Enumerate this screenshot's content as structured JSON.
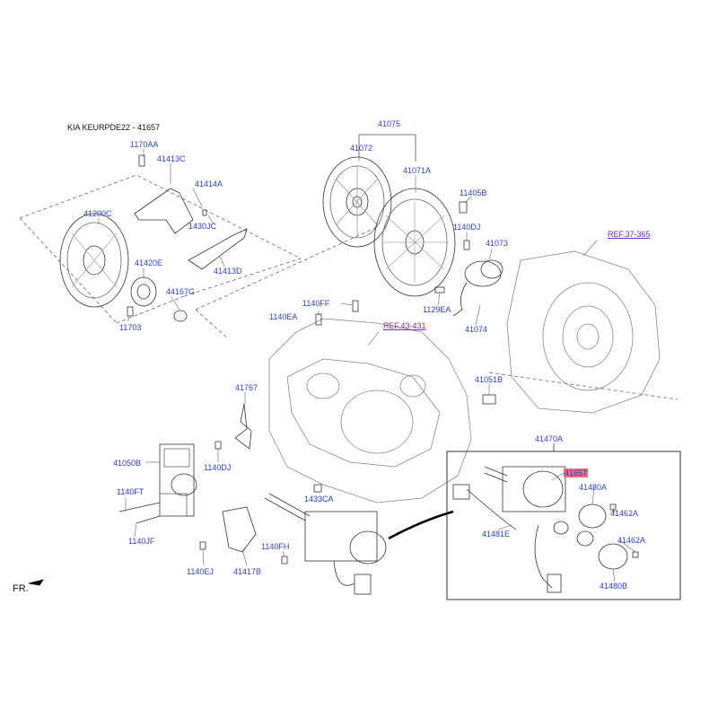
{
  "title": "KIA KEURPDE22 - 41657",
  "direction_label": "FR.",
  "highlight_color": "#f06a7a",
  "label_color": "#2a3fd0",
  "ref_color": "#7a2ac8",
  "refs": {
    "engine": "REF.43-431",
    "housing": "REF.37-365"
  },
  "parts": {
    "p1170AA": "1170AA",
    "p41413C": "41413C",
    "p41414A": "41414A",
    "p1430JC": "1430JC",
    "p41413D": "41413D",
    "p41200C": "41200C",
    "p41420E": "41420E",
    "p44167G": "44167G",
    "p11703": "11703",
    "p41075": "41075",
    "p41072": "41072",
    "p41071A": "41071A",
    "p11405B": "11405B",
    "p1140DJ_top": "1140DJ",
    "p41073": "41073",
    "p1129EA": "1129EA",
    "p41074": "41074",
    "p1140FF": "1140FF",
    "p1140EA": "1140EA",
    "p41051B": "41051B",
    "p41767": "41767",
    "p1140DJ": "1140DJ",
    "p41050B": "41050B",
    "p1140FT": "1140FT",
    "p1140JF": "1140JF",
    "p1433CA": "1433CA",
    "p1140FH": "1140FH",
    "p1140EJ": "1140EJ",
    "p41417B": "41417B",
    "p41470A": "41470A",
    "p41657": "41657",
    "p41480A": "41480A",
    "p41462A_1": "41462A",
    "p41481E": "41481E",
    "p41462A_2": "41462A",
    "p41480B": "41480B"
  }
}
